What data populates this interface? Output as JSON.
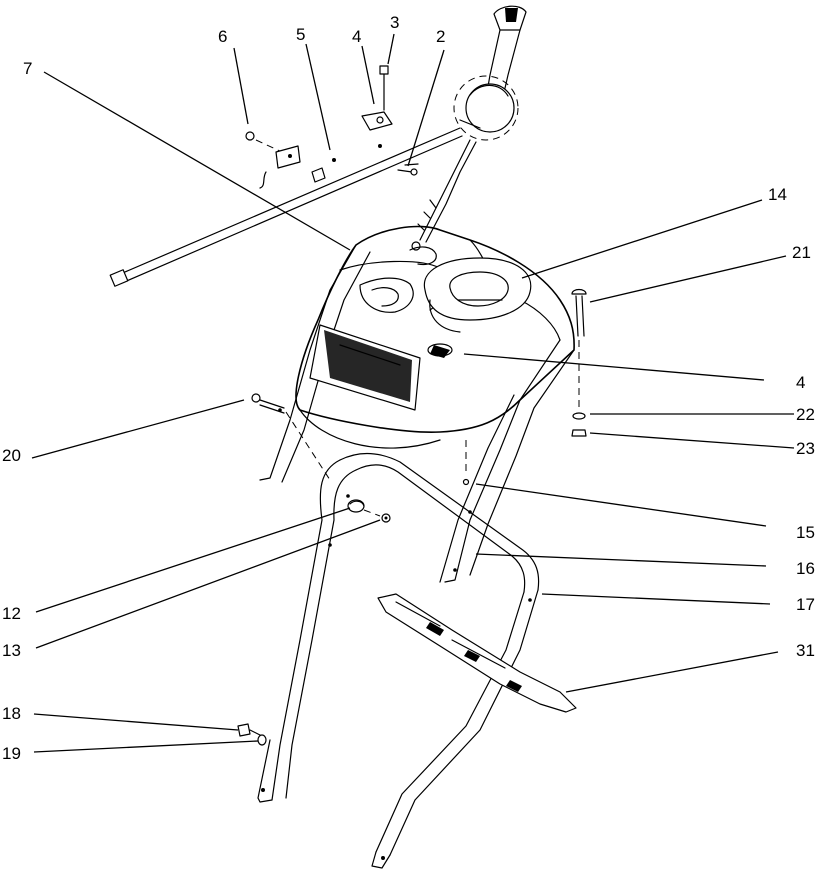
{
  "callouts": [
    "7",
    "6",
    "5",
    "4",
    "3",
    "2",
    "14",
    "21",
    "4",
    "22",
    "23",
    "20",
    "15",
    "16",
    "17",
    "12",
    "13",
    "31",
    "18",
    "19"
  ]
}
